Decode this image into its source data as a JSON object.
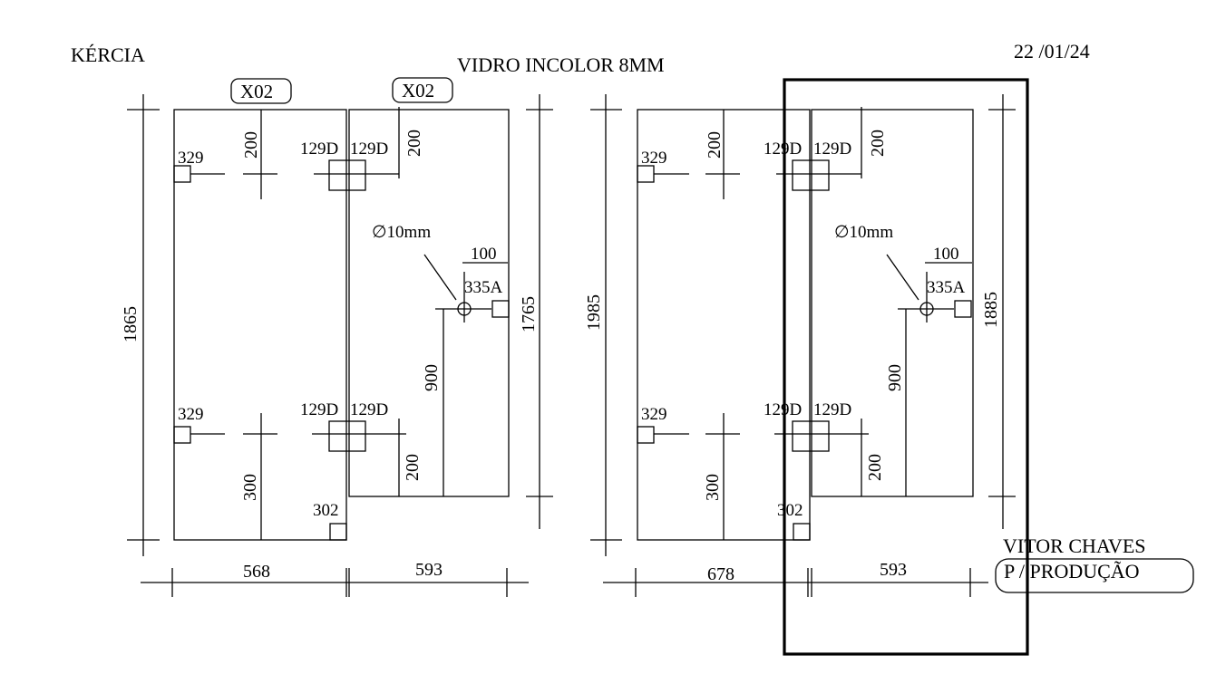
{
  "header": {
    "client": "KÉRCIA",
    "material": "VIDRO INCOLOR 8MM",
    "date": "22 /01/24"
  },
  "footer": {
    "author": "VITOR CHAVES",
    "stamp": "P / PRODUÇÃO"
  },
  "left_drawing": {
    "tag_a": "X02",
    "tag_b": "X02",
    "height_total": "1865",
    "height_right": "1765",
    "width_left": "568",
    "width_right": "593",
    "dim_top_a": "200",
    "dim_top_b": "200",
    "dim_bottom_a": "300",
    "dim_bottom_b": "200",
    "dim_side": "900",
    "dim_100": "100",
    "hole": "∅10mm",
    "label_335": "335A",
    "label_329_top": "329",
    "label_329_bot": "329",
    "label_302": "302",
    "label_129d_1": "129D",
    "label_129d_2": "129D",
    "label_129d_3": "129D",
    "label_129d_4": "129D"
  },
  "right_drawing": {
    "height_total": "1985",
    "height_right": "1885",
    "width_left": "678",
    "width_right": "593",
    "dim_top_a": "200",
    "dim_top_b": "200",
    "dim_bottom_a": "300",
    "dim_bottom_b": "200",
    "dim_side": "900",
    "dim_100": "100",
    "hole": "∅10mm",
    "label_335": "335A",
    "label_329_top": "329",
    "label_329_bot": "329",
    "label_302": "302",
    "label_129d_1": "129D",
    "label_129d_2": "129D",
    "label_129d_3": "129D",
    "label_129d_4": "129D"
  }
}
